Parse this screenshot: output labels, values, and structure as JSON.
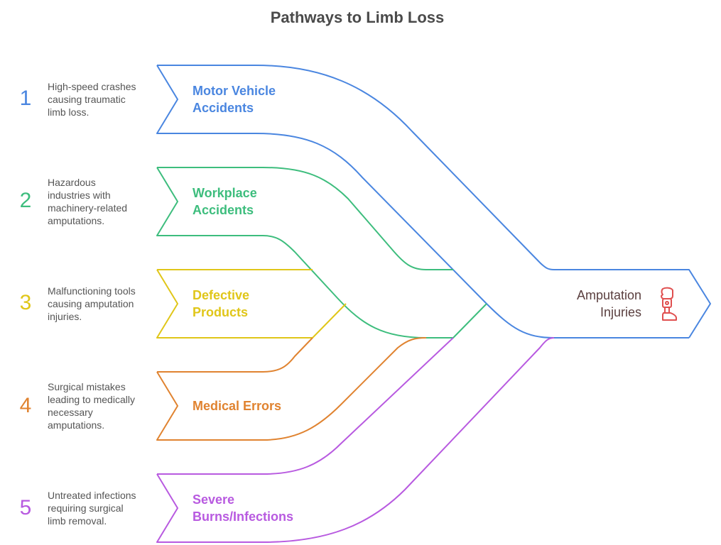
{
  "title": "Pathways to Limb Loss",
  "pathways": [
    {
      "number": "1",
      "label_line1": "Motor Vehicle",
      "label_line2": "Accidents",
      "description": [
        "High-speed crashes",
        "causing traumatic",
        "limb loss."
      ],
      "color": "#4a86e0"
    },
    {
      "number": "2",
      "label_line1": "Workplace",
      "label_line2": "Accidents",
      "description": [
        "Hazardous",
        "industries with",
        "machinery-related",
        "amputations."
      ],
      "color": "#3dbd7d"
    },
    {
      "number": "3",
      "label_line1": "Defective",
      "label_line2": "Products",
      "description": [
        "Malfunctioning tools",
        "causing amputation",
        "injuries."
      ],
      "color": "#e0c619"
    },
    {
      "number": "4",
      "label_line1": "Medical Errors",
      "label_line2": "",
      "description": [
        "Surgical mistakes",
        "leading to medically",
        "necessary",
        "amputations."
      ],
      "color": "#e08330"
    },
    {
      "number": "5",
      "label_line1": "Severe",
      "label_line2": "Burns/Infections",
      "description": [
        "Untreated infections",
        "requiring surgical",
        "limb removal."
      ],
      "color": "#b85ae0"
    }
  ],
  "target": {
    "label_line1": "Amputation",
    "label_line2": "Injuries",
    "icon": "prosthetic-leg-icon",
    "icon_color": "#e05050",
    "border_color": "#4a86e0"
  }
}
